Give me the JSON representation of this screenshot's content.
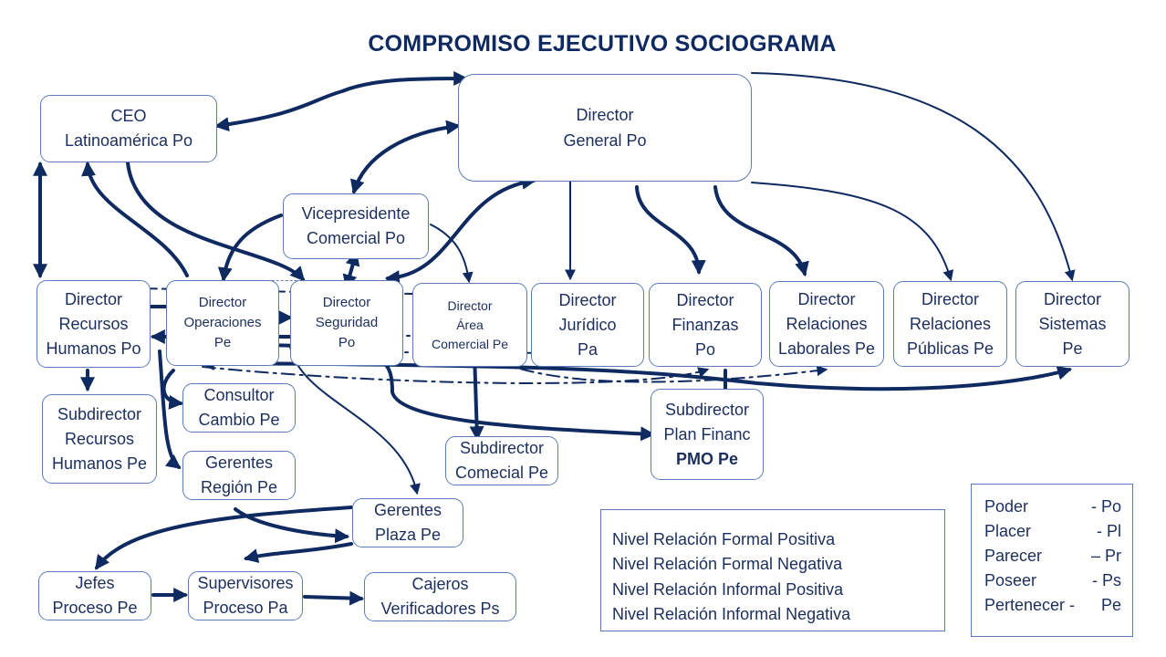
{
  "title": "COMPROMISO EJECUTIVO SOCIOGRAMA",
  "nodes": {
    "ceo": [
      "CEO",
      "Latinoamérica Po"
    ],
    "director_general": [
      "Director",
      "General Po"
    ],
    "vicepresidente": [
      "Vicepresidente",
      "Comercial Po"
    ],
    "dir_rrhh": [
      "Director",
      "Recursos",
      "Humanos Po"
    ],
    "dir_operaciones": [
      "Director",
      "Operaciones",
      "Pe"
    ],
    "dir_seguridad": [
      "Director",
      "Seguridad",
      "Po"
    ],
    "dir_area_comercial": [
      "Director",
      "Área",
      "Comercial Pe"
    ],
    "dir_juridico": [
      "Director",
      "Jurídico",
      "Pa"
    ],
    "dir_finanzas": [
      "Director",
      "Finanzas",
      "Po"
    ],
    "dir_rel_laborales": [
      "Director",
      "Relaciones",
      "Laborales Pe"
    ],
    "dir_rel_publicas": [
      "Director",
      "Relaciones",
      "Públicas Pe"
    ],
    "dir_sistemas": [
      "Director",
      "Sistemas",
      "Pe"
    ],
    "sub_rrhh": [
      "Subdirector",
      "Recursos",
      "Humanos Pe"
    ],
    "consultor": [
      "Consultor",
      "Cambio Pe"
    ],
    "gerentes_region": [
      "Gerentes",
      "Región Pe"
    ],
    "sub_comercial": [
      "Subdirector",
      "Comecial Pe"
    ],
    "sub_plan_financ": [
      "Subdirector",
      "Plan Financ",
      "PMO Pe"
    ],
    "gerentes_plaza": [
      "Gerentes",
      "Plaza Pe"
    ],
    "jefes_proceso": [
      "Jefes",
      "Proceso Pe"
    ],
    "supervisores": [
      "Supervisores",
      "Proceso Pa"
    ],
    "cajeros": [
      "Cajeros",
      "Verificadores Ps"
    ]
  },
  "legend": [
    {
      "label": "Nivel Relación Formal Positiva",
      "style": "thick"
    },
    {
      "label": "Nivel Relación Formal Negativa",
      "style": "thin"
    },
    {
      "label": "Nivel Relación Informal Positiva",
      "style": "dashdot"
    },
    {
      "label": "Nivel Relación Informal Negativa",
      "style": "dashed"
    }
  ],
  "key": [
    {
      "name": "Poder",
      "code": "- Po"
    },
    {
      "name": "Placer",
      "code": "- Pl"
    },
    {
      "name": "Parecer",
      "code": "– Pr"
    },
    {
      "name": "Poseer",
      "code": "- Ps"
    },
    {
      "name": "Pertenecer -",
      "code": "Pe"
    }
  ],
  "colors": {
    "ink": "#0f2a60",
    "border": "#5b7bb8"
  }
}
